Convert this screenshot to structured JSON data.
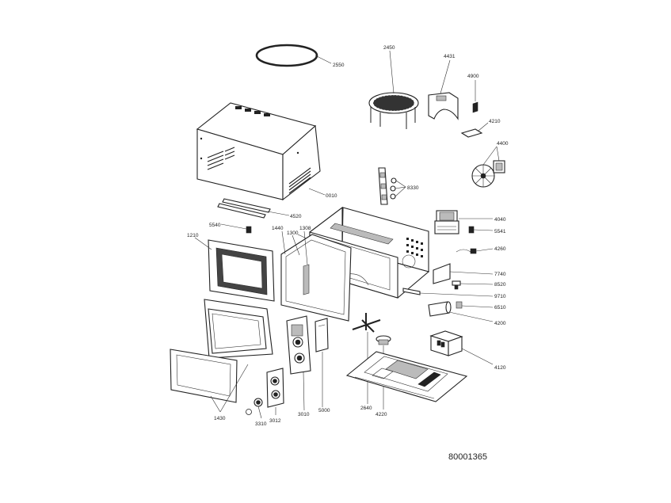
{
  "document_number": "80001365",
  "labels": {
    "p2550": "2550",
    "p2450": "2450",
    "p4431": "4431",
    "p4900": "4900",
    "p4210": "4210",
    "p4400": "4400",
    "p0010": "0010",
    "p8330": "8330",
    "p4520": "4520",
    "p4040": "4040",
    "p5540": "5540",
    "p1440": "1440",
    "p1300": "1300",
    "p1308": "1308",
    "p5541": "5541",
    "p1210": "1210",
    "p4260": "4260",
    "p7740": "7740",
    "p8520": "8520",
    "p9710": "9710",
    "p6510": "6510",
    "p4200": "4200",
    "p4120": "4120",
    "p1430": "1430",
    "p3310": "3310",
    "p3012": "3012",
    "p3010": "3010",
    "p5000": "5000",
    "p2640": "2640",
    "p4220": "4220"
  }
}
